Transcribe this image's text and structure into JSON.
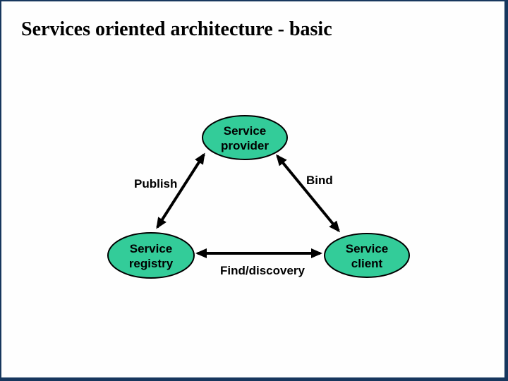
{
  "slide": {
    "title": "Services oriented architecture - basic"
  },
  "diagram": {
    "nodes": {
      "provider": {
        "line1": "Service",
        "line2": "provider"
      },
      "registry": {
        "line1": "Service",
        "line2": "registry"
      },
      "client": {
        "line1": "Service",
        "line2": "client"
      }
    },
    "edges": {
      "publish": {
        "label": "Publish"
      },
      "bind": {
        "label": "Bind"
      },
      "find": {
        "label": "Find/discovery"
      }
    }
  },
  "colors": {
    "node_fill": "#33CC99",
    "node_outline": "#000000",
    "arrow": "#000000",
    "frame": "#17375E",
    "background": "#FFFFFF",
    "title_text": "#000000"
  }
}
